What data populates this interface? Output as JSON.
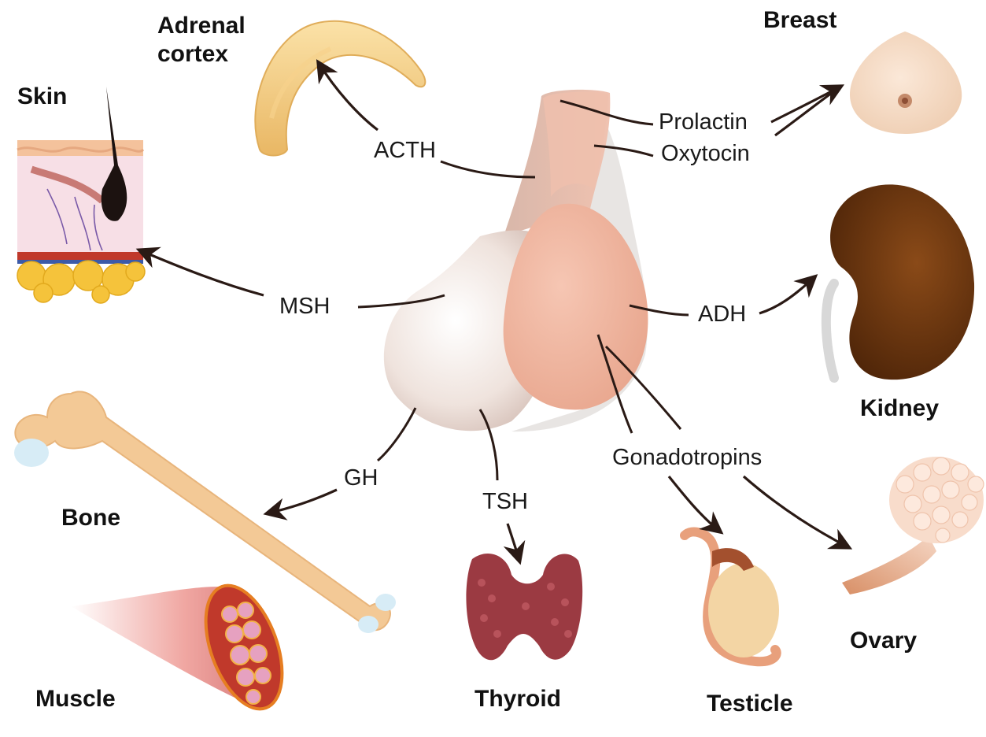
{
  "organs": {
    "adrenal_line1": "Adrenal",
    "adrenal_line2": "cortex",
    "breast": "Breast",
    "skin": "Skin",
    "kidney": "Kidney",
    "bone": "Bone",
    "muscle": "Muscle",
    "thyroid": "Thyroid",
    "testicle": "Testicle",
    "ovary": "Ovary"
  },
  "hormones": {
    "acth": "ACTH",
    "prolactin": "Prolactin",
    "oxytocin": "Oxytocin",
    "msh": "MSH",
    "adh": "ADH",
    "gh": "GH",
    "tsh": "TSH",
    "gonadotropins": "Gonadotropins"
  },
  "colors": {
    "arrow": "#2a1a15",
    "pituitary_anterior": "#f1e4dc",
    "pituitary_posterior": "#f0b49e",
    "kidney": "#6b3510",
    "bone": "#f3c996",
    "thyroid": "#9b3a42",
    "muscle": "#e49494"
  }
}
